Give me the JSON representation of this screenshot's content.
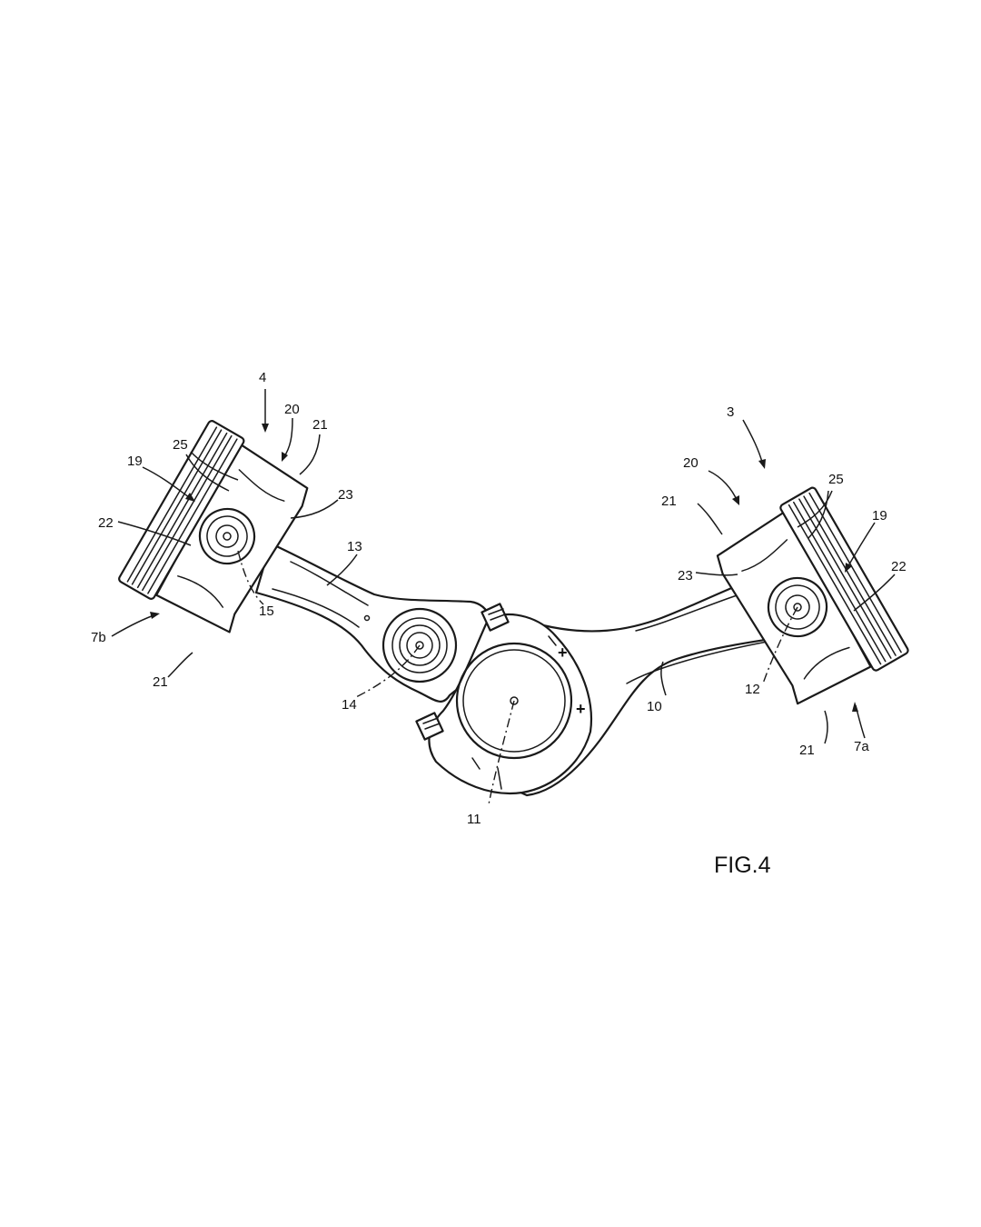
{
  "figure": {
    "caption": "FIG.4"
  },
  "labels": {
    "l3": "3",
    "l4": "4",
    "l7a": "7a",
    "l7b": "7b",
    "l10": "10",
    "l11": "11",
    "l12": "12",
    "l13": "13",
    "l14": "14",
    "l15": "15",
    "l19_left": "19",
    "l19_right": "19",
    "l20_left": "20",
    "l20_right": "20",
    "l21_left_top": "21",
    "l21_left_bottom": "21",
    "l21_right_top": "21",
    "l21_right_bottom": "21",
    "l22_left": "22",
    "l22_right": "22",
    "l23_left": "23",
    "l23_right": "23",
    "l25_left": "25",
    "l25_right": "25"
  },
  "marks": {
    "plus_a": "+",
    "plus_b": "+"
  }
}
